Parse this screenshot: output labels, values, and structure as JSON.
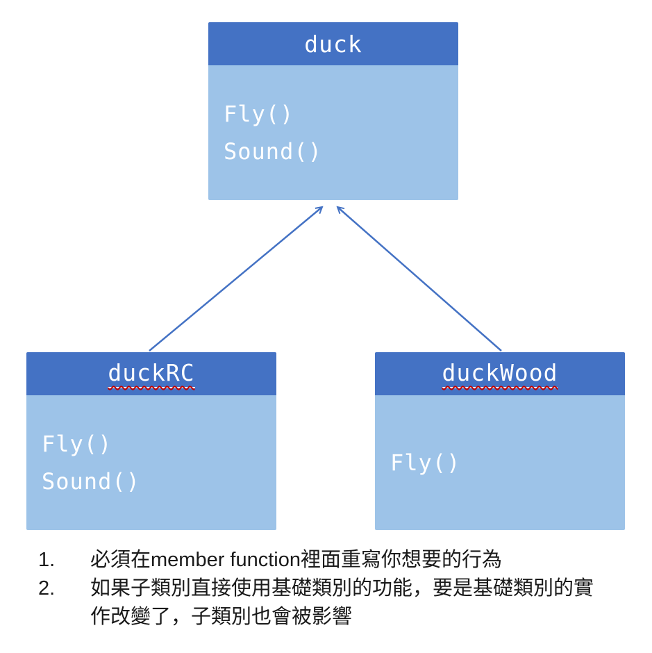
{
  "diagram": {
    "classes": [
      {
        "name": "duck",
        "members": [
          "Fly()",
          "Sound()"
        ]
      },
      {
        "name": "duckRC",
        "members": [
          "Fly()",
          "Sound()"
        ]
      },
      {
        "name": "duckWood",
        "members": [
          "Fly()"
        ]
      }
    ],
    "relations": [
      {
        "from": "duckRC",
        "to": "duck",
        "type": "inheritance"
      },
      {
        "from": "duckWood",
        "to": "duck",
        "type": "inheritance"
      }
    ]
  },
  "notes": {
    "items": [
      {
        "number": "1.",
        "text": "必須在member function裡面重寫你想要的行為"
      },
      {
        "number": "2.",
        "text": "如果子類別直接使用基礎類別的功能，要是基礎類別的實作改變了，子類別也會被影響"
      }
    ]
  },
  "colors": {
    "class_header": "#4472C4",
    "class_body": "#9DC3E8",
    "box_text": "#FFFFFF",
    "arrow": "#4472C4",
    "notes_text": "#1A1A1A"
  }
}
